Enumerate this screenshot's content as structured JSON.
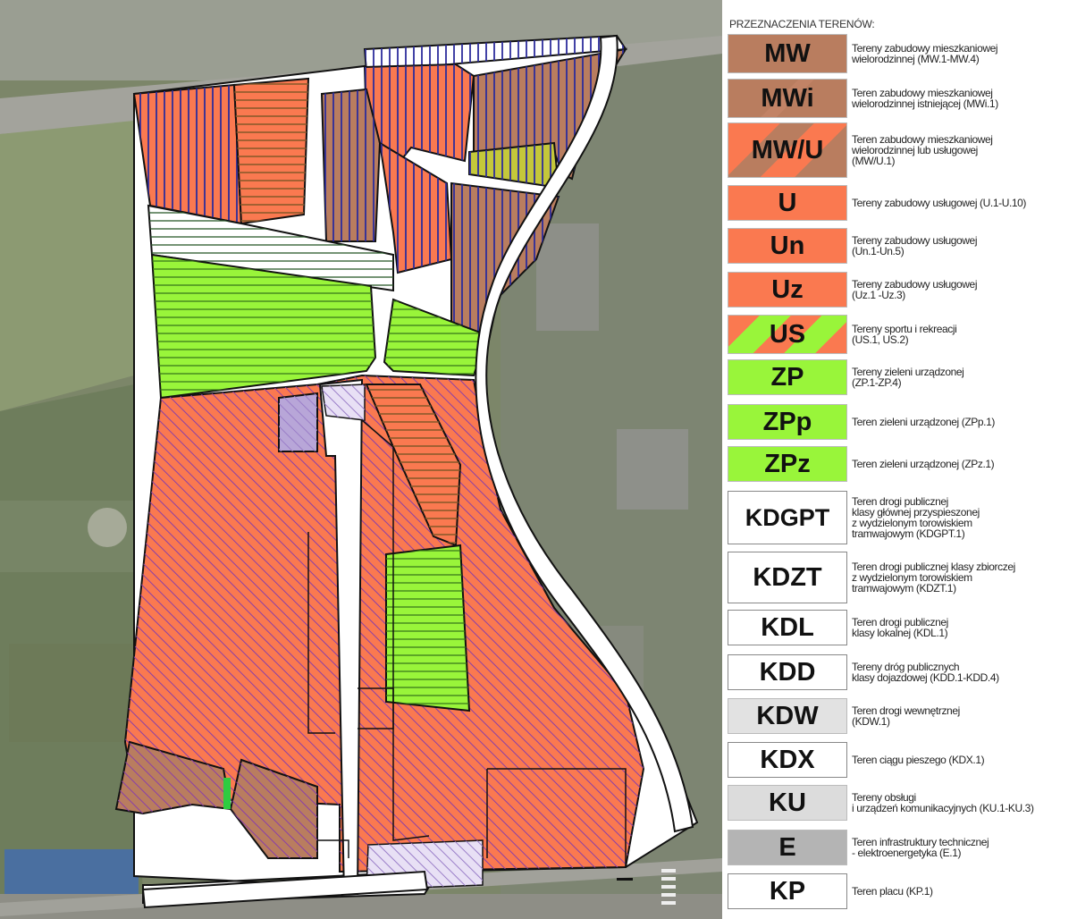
{
  "legend": {
    "title": "PRZEZNACZENIA TERENÓW:",
    "items": [
      {
        "code": "MW",
        "desc": "Tereny zabudowy mieszkaniowej\nwielorodzinnej (MW.1-MW.4)",
        "fill": "#b97d5f"
      },
      {
        "code": "MWi",
        "desc": "Teren zabudowy mieszkaniowej\nwielorodzinnej istniejącej (MWi.1)",
        "fill": "#b97d5f"
      },
      {
        "code": "MW/U",
        "desc": "Teren zabudowy mieszkaniowej\nwielorodzinnej lub usługowej\n(MW/U.1)",
        "fill": "#d9785a"
      },
      {
        "code": "U",
        "desc": "Tereny zabudowy usługowej (U.1-U.10)",
        "fill": "#fa7950"
      },
      {
        "code": "Un",
        "desc": "Tereny zabudowy usługowej\n(Un.1-Un.5)",
        "fill": "#fa7950"
      },
      {
        "code": "Uz",
        "desc": "Tereny zabudowy usługowej\n(Uz.1 -Uz.3)",
        "fill": "#fa7950"
      },
      {
        "code": "US",
        "desc": "Tereny sportu i rekreacji\n(US.1, US.2)",
        "fill": "#9acd32"
      },
      {
        "code": "ZP",
        "desc": "Tereny zieleni urządzonej\n(ZP.1-ZP.4)",
        "fill": "#99f53a"
      },
      {
        "code": "ZPp",
        "desc": "Teren zieleni urządzonej (ZPp.1)",
        "fill": "#99f53a"
      },
      {
        "code": "ZPz",
        "desc": "Teren zieleni urządzonej (ZPz.1)",
        "fill": "#99f53a"
      },
      {
        "code": "KDGPT",
        "desc": "Teren drogi publicznej\nklasy głównej przyspieszonej\nz wydzielonym torowiskiem\ntramwajowym (KDGPT.1)",
        "fill": "#ffffff"
      },
      {
        "code": "KDZT",
        "desc": "Teren drogi publicznej klasy zbiorczej\nz wydzielonym torowiskiem\ntramwajowym (KDZT.1)",
        "fill": "#ffffff"
      },
      {
        "code": "KDL",
        "desc": "Teren drogi publicznej\nklasy lokalnej (KDL.1)",
        "fill": "#ffffff"
      },
      {
        "code": "KDD",
        "desc": "Tereny dróg publicznych\nklasy dojazdowej (KDD.1-KDD.4)",
        "fill": "#ffffff"
      },
      {
        "code": "KDW",
        "desc": "Teren drogi wewnętrznej\n(KDW.1)",
        "fill": "#e2e2e2"
      },
      {
        "code": "KDX",
        "desc": "Teren ciągu pieszego (KDX.1)",
        "fill": "#ffffff"
      },
      {
        "code": "KU",
        "desc": "Tereny obsługi\ni urządzeń komunikacyjnych (KU.1-KU.3)",
        "fill": "#dcdcdc"
      },
      {
        "code": "E",
        "desc": "Teren infrastruktury technicznej\n- elektroenergetyka (E.1)",
        "fill": "#b4b4b4"
      },
      {
        "code": "KP",
        "desc": "Teren placu (KP.1)",
        "fill": "#ffffff"
      }
    ]
  },
  "colors": {
    "orange": "#fa7950",
    "brown": "#b97d5f",
    "green": "#99f53a",
    "purple_hatch": "#8a3fa8",
    "navy_hatch": "#2c2c9c",
    "olive": "#c4c83a"
  }
}
